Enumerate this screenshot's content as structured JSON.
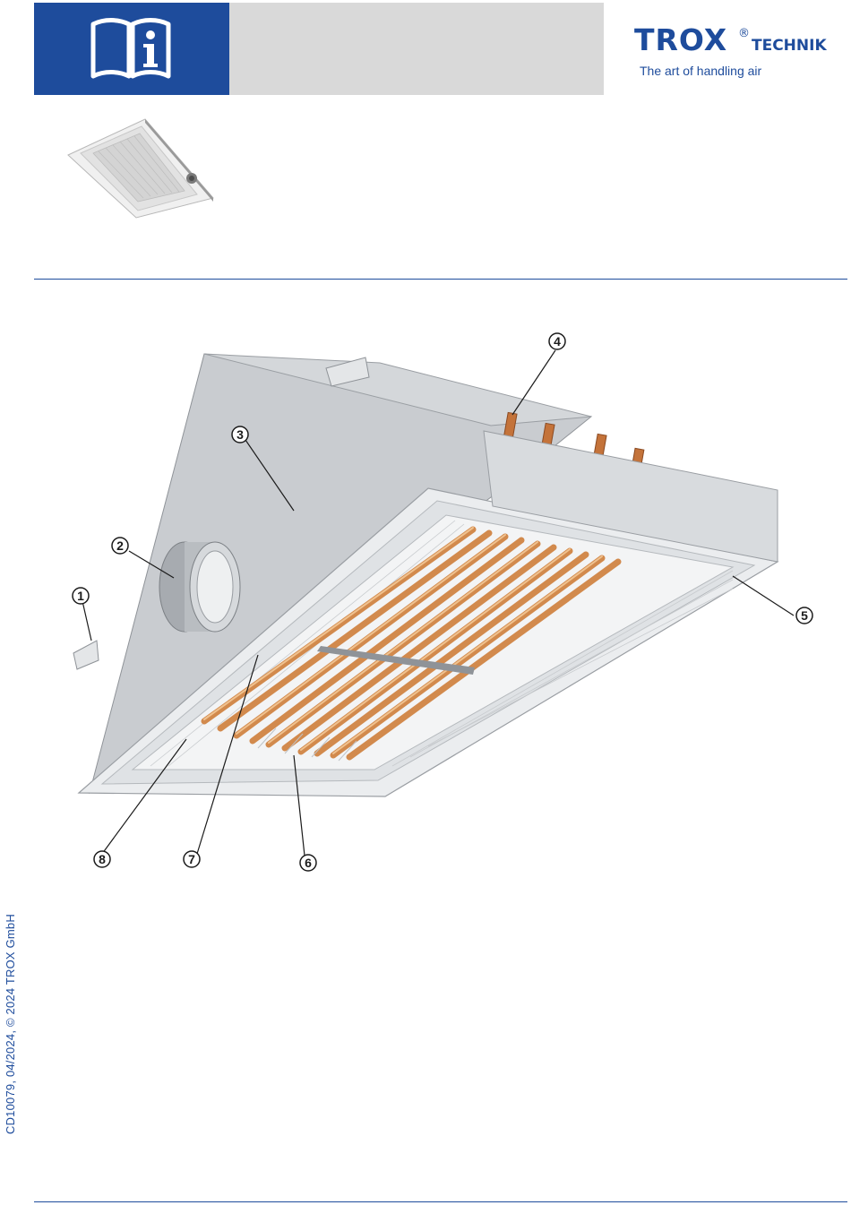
{
  "brand": {
    "name": "TROX",
    "registered": "®",
    "suffix": "TECHNIK",
    "tagline": "The art of handling air",
    "color": "#1e4c9c"
  },
  "header": {
    "icon": "manual-info-icon",
    "band_color": "#d9d9d9"
  },
  "drawing": {
    "callouts": [
      "1",
      "2",
      "3",
      "4",
      "5",
      "6",
      "7",
      "8"
    ]
  },
  "footer": {
    "document_code": "CD10079, 04/2024, © 2024 TROX GmbH"
  }
}
